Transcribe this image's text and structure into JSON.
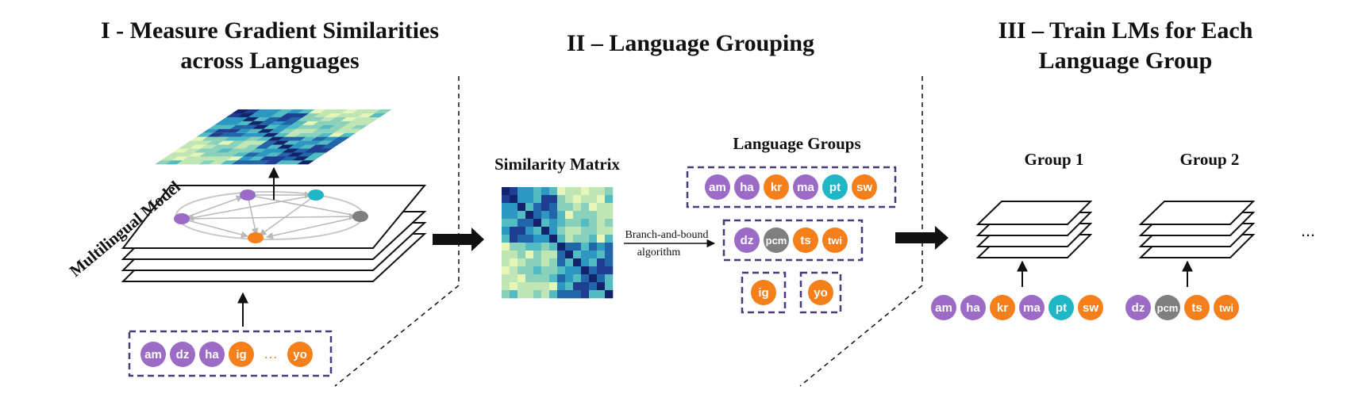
{
  "colors": {
    "purple": "#9b6bc6",
    "orange": "#f47f1b",
    "cyan": "#1fb6c6",
    "gray": "#7f7f7f",
    "dash_box": "#4a3a7a"
  },
  "sections": [
    {
      "title_lines": [
        "I - Measure Gradient Similarities",
        "across Languages"
      ]
    },
    {
      "title_lines": [
        "II – Language Grouping"
      ]
    },
    {
      "title_lines": [
        "III – Train LMs for Each",
        "Language Group"
      ]
    }
  ],
  "section1": {
    "model_label": "Multilingual Model",
    "input_chips": [
      {
        "text": "am",
        "color": "purple"
      },
      {
        "text": "dz",
        "color": "purple"
      },
      {
        "text": "ha",
        "color": "purple"
      },
      {
        "text": "ig",
        "color": "orange"
      },
      {
        "text": "…",
        "color": "none"
      },
      {
        "text": "yo",
        "color": "orange"
      }
    ]
  },
  "section2": {
    "matrix_label": "Similarity Matrix",
    "algorithm_lines": [
      "Branch-and-bound",
      "algorithm"
    ],
    "groups_label": "Language Groups",
    "groups": [
      [
        {
          "text": "am",
          "color": "purple"
        },
        {
          "text": "ha",
          "color": "purple"
        },
        {
          "text": "kr",
          "color": "orange"
        },
        {
          "text": "ma",
          "color": "purple"
        },
        {
          "text": "pt",
          "color": "cyan"
        },
        {
          "text": "sw",
          "color": "orange"
        }
      ],
      [
        {
          "text": "dz",
          "color": "purple"
        },
        {
          "text": "pcm",
          "color": "gray"
        },
        {
          "text": "ts",
          "color": "orange"
        },
        {
          "text": "twi",
          "color": "orange"
        }
      ],
      [
        {
          "text": "ig",
          "color": "orange"
        }
      ],
      [
        {
          "text": "yo",
          "color": "orange"
        }
      ]
    ]
  },
  "section3": {
    "group_labels": [
      "Group 1",
      "Group 2"
    ],
    "ellipsis": "...",
    "group1_chips": [
      {
        "text": "am",
        "color": "purple"
      },
      {
        "text": "ha",
        "color": "purple"
      },
      {
        "text": "kr",
        "color": "orange"
      },
      {
        "text": "ma",
        "color": "purple"
      },
      {
        "text": "pt",
        "color": "cyan"
      },
      {
        "text": "sw",
        "color": "orange"
      }
    ],
    "group2_chips": [
      {
        "text": "dz",
        "color": "purple"
      },
      {
        "text": "pcm",
        "color": "gray"
      },
      {
        "text": "ts",
        "color": "orange"
      },
      {
        "text": "twi",
        "color": "orange"
      }
    ]
  }
}
